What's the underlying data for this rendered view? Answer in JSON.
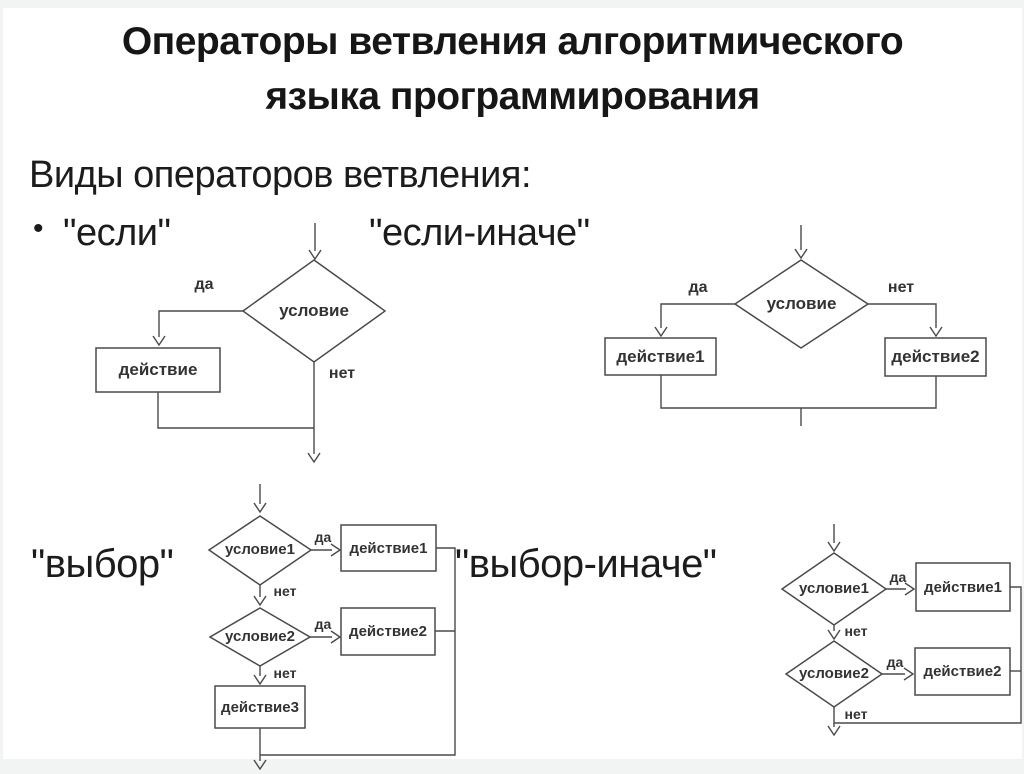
{
  "slide": {
    "title_line1": "Операторы ветвления алгоритмического",
    "title_line2": "языка программирования",
    "subtitle": "Виды операторов ветвления:",
    "bullet_glyph": "•",
    "type_if": "\"если\"",
    "type_if_else": "\"если-иначе\"",
    "type_choice": "\"выбор\"",
    "type_choice_else": "\"выбор-иначе\""
  },
  "charts": {
    "if": {
      "condition": "условие",
      "yes": "да",
      "no": "нет",
      "action": "действие"
    },
    "if_else": {
      "condition": "условие",
      "yes": "да",
      "no": "нет",
      "action1": "действие1",
      "action2": "действие2"
    },
    "choice": {
      "condition1": "условие1",
      "condition2": "условие2",
      "yes": "да",
      "no": "нет",
      "action1": "действие1",
      "action2": "действие2",
      "action3": "действие3"
    },
    "choice_else": {
      "condition1": "условие1",
      "condition2": "условие2",
      "yes": "да",
      "no": "нет",
      "action1": "действие1",
      "action2": "действие2"
    }
  },
  "colors": {
    "line": "#4a4a4a",
    "text": "#1c1c1c",
    "chart_text": "#333333"
  }
}
